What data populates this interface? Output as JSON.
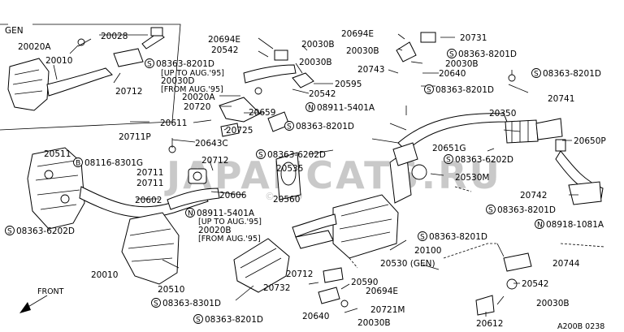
{
  "watermark": "JAPANCATS.RU",
  "watermark_copyright": "© 2009",
  "diagram_code": "A200B 0238",
  "gen_box_label": "GEN",
  "front_label": "FRONT",
  "circle_labels": {
    "S": "S",
    "N": "N",
    "B": "B"
  },
  "labels": {
    "p20028": "20028",
    "p20020a_top": "20020A",
    "p20010_top": "20010",
    "p20712_top": "20712",
    "p20694e_a": "20694E",
    "p20030b_a": "20030B",
    "p20542_a": "20542",
    "s08363_8201d_a": "08363-8201D",
    "note_up_aug95_a": "[UP TO AUG.'95]",
    "p20030d": "20030D",
    "note_from_aug95_a": "[FROM AUG.'95]",
    "p20030b_b": "20030B",
    "p20595": "20595",
    "p20542_b": "20542",
    "p20020a_mid": "20020A",
    "p20720": "20720",
    "p20659": "20659",
    "p20611": "20611",
    "p20725": "20725",
    "p20711p": "20711P",
    "p20643c": "20643C",
    "s08363_8201d_b": "08363-8201D",
    "s08363_6202d_a": "08363-6202D",
    "p20712_mid": "20712",
    "p20511": "20511",
    "b08116_8301g": "08116-8301G",
    "p20711_a": "20711",
    "p20711_b": "20711",
    "p20606": "20606",
    "p20602": "20602",
    "p20535": "20535",
    "p20560": "20560",
    "s08363_6202d_b": "08363-6202D",
    "n08911_5401a_a": "08911-5401A",
    "note_up_aug95_b": "[UP TO AUG.'95]",
    "p20020b": "20020B",
    "note_from_aug95_b": "[FROM AUG.'95]",
    "p20010_bottom": "20010",
    "p20510": "20510",
    "s08363_8301d": "08363-8301D",
    "p20694e_b": "20694E",
    "p20731": "20731",
    "p20030b_c": "20030B",
    "s08363_8201d_c": "08363-8201D",
    "p20030b_d": "20030B",
    "p20743": "20743",
    "p20640_a": "20640",
    "s08363_8201d_d": "08363-8201D",
    "n08911_5401a_b": "08911-5401A",
    "s08363_8201d_e": "08363-8201D",
    "p20741": "20741",
    "p20350": "20350",
    "p20651g": "20651G",
    "s08363_6202d_c": "08363-6202D",
    "p20650p": "20650P",
    "p20530m": "20530M",
    "p20742": "20742",
    "s08363_8201d_f": "08363-8201D",
    "n08918_1081a": "08918-1081A",
    "s08363_8201d_g": "08363-8201D",
    "p20100": "20100",
    "p20744": "20744",
    "p20530_gen": "20530 (GEN)",
    "p20712_bot": "20712",
    "p20590": "20590",
    "p20732": "20732",
    "p20694e_c": "20694E",
    "p20542_c": "20542",
    "p20721m": "20721M",
    "p20640_b": "20640",
    "p20030b_e": "20030B",
    "p20030b_f": "20030B",
    "s08363_8201d_h": "08363-8201D",
    "p20612": "20612"
  }
}
